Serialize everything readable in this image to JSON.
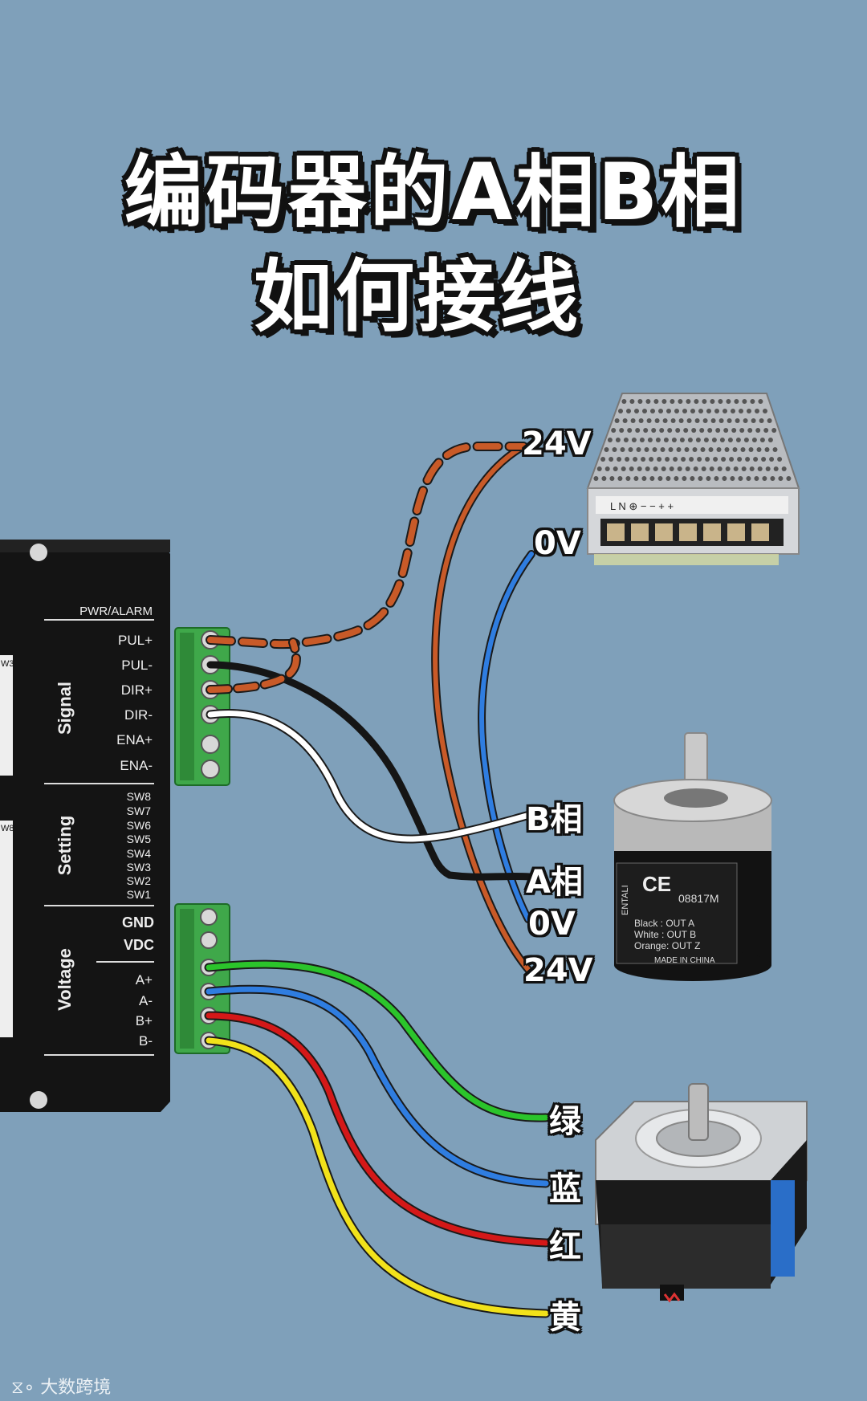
{
  "title": {
    "line1": "编码器的A相B相",
    "line2": "如何接线"
  },
  "driver": {
    "section_pwr": "PWR/ALARM",
    "signal_title": "Signal",
    "signal_pins": [
      "PUL+",
      "PUL-",
      "DIR+",
      "DIR-",
      "ENA+",
      "ENA-"
    ],
    "setting_title": "Setting",
    "switches": [
      "SW8",
      "SW7",
      "SW6",
      "SW5",
      "SW4",
      "SW3",
      "SW2",
      "SW1"
    ],
    "voltage_title": "Voltage",
    "power_pins": [
      "GND",
      "VDC"
    ],
    "motor_pins": [
      "A+",
      "A-",
      "B+",
      "B-"
    ],
    "side_label_1": "W3",
    "side_label_2": "W8"
  },
  "power_supply": {
    "label_24v": "24V",
    "label_0v": "0V",
    "terminal_text": "L N ⊕ − − + +"
  },
  "encoder": {
    "label_b": "B相",
    "label_a": "A相",
    "label_0v": "0V",
    "label_24v": "24V",
    "ce_mark": "CE",
    "model": "08817M",
    "brand": "ENTALI",
    "wiring_table": [
      "Black  : OUT A",
      "White  : OUT B",
      "Orange: OUT Z"
    ],
    "made_in": "MADE IN CHINA"
  },
  "motor": {
    "wire_labels": [
      "绿",
      "蓝",
      "红",
      "黄"
    ]
  },
  "colors": {
    "background": "#7fa0ba",
    "orange_wire": "#c85a28",
    "blue_wire": "#2f7de0",
    "black_wire": "#151515",
    "white_wire": "#ffffff",
    "green_wire": "#2bc42b",
    "red_wire": "#d41818",
    "yellow_wire": "#f2e21a"
  },
  "watermark": "大数跨境"
}
